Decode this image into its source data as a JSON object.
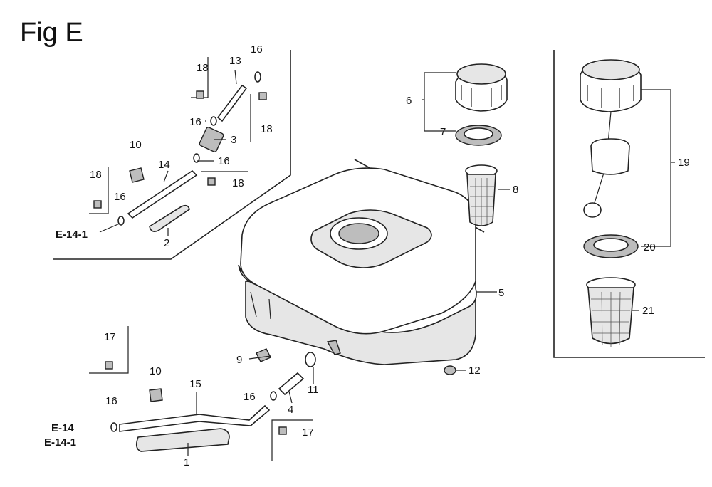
{
  "figure": {
    "title": "Fig E"
  },
  "callouts": {
    "c1": "1",
    "c2": "2",
    "c3": "3",
    "c4": "4",
    "c5": "5",
    "c6": "6",
    "c7": "7",
    "c8": "8",
    "c9": "9",
    "c10a": "10",
    "c10b": "10",
    "c11": "11",
    "c12": "12",
    "c13": "13",
    "c14": "14",
    "c15": "15",
    "c16a": "16",
    "c16b": "16",
    "c16c": "16",
    "c16d": "16",
    "c16e": "16",
    "c16f": "16",
    "c17a": "17",
    "c17b": "17",
    "c18a": "18",
    "c18b": "18",
    "c18c": "18",
    "c18d": "18",
    "c19": "19",
    "c20": "20",
    "c21": "21"
  },
  "references": {
    "ref_top": "E-14-1",
    "ref_bottom_1": "E-14",
    "ref_bottom_2": "E-14-1"
  }
}
